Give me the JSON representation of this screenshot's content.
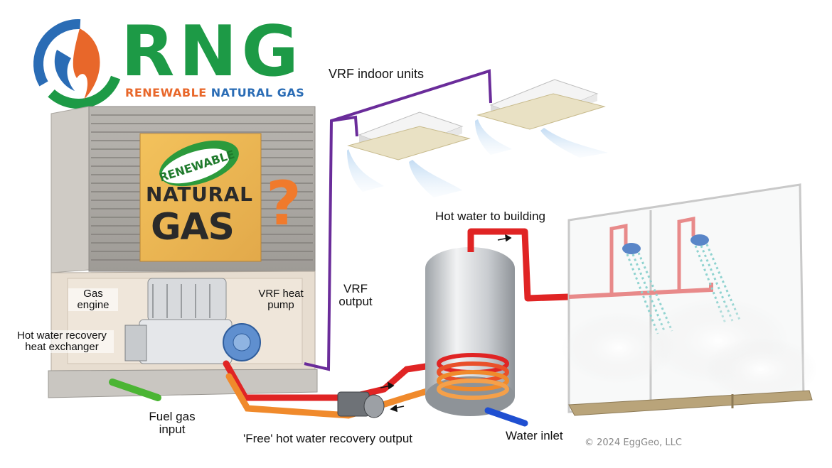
{
  "logo": {
    "wordmark": "RNG",
    "tagline_part1": "RENEWABLE",
    "tagline_part2": "NATURAL GAS"
  },
  "sign": {
    "leaf_text": "RENEWABLE",
    "line1": "NATURAL",
    "line2": "GAS",
    "question_mark": "?"
  },
  "labels": {
    "vrf_indoor_units": "VRF indoor units",
    "hot_water_to_building": "Hot water to building",
    "vrf_output_line1": "VRF",
    "vrf_output_line2": "output",
    "gas_engine_line1": "Gas",
    "gas_engine_line2": "engine",
    "vrf_heat_pump_line1": "VRF heat",
    "vrf_heat_pump_line2": "pump",
    "hx_line1": "Hot water recovery",
    "hx_line2": "heat exchanger",
    "fuel_gas_line1": "Fuel gas",
    "fuel_gas_line2": "input",
    "free_hot_water": "'Free' hot water recovery output",
    "water_inlet": "Water inlet"
  },
  "copyright": "© 2024 EggGeo, LLC",
  "colors": {
    "logo_green": "#1d9a46",
    "logo_orange": "#e8672a",
    "logo_blue": "#2a6cb5",
    "hot_pipe": "#e02424",
    "warm_pipe": "#f08a2c",
    "refrigerant_line": "#6a2c9a",
    "cold_pipe": "#1f4fd1",
    "gas_pipe": "#4bb534",
    "question_mark": "#f07a2c"
  }
}
